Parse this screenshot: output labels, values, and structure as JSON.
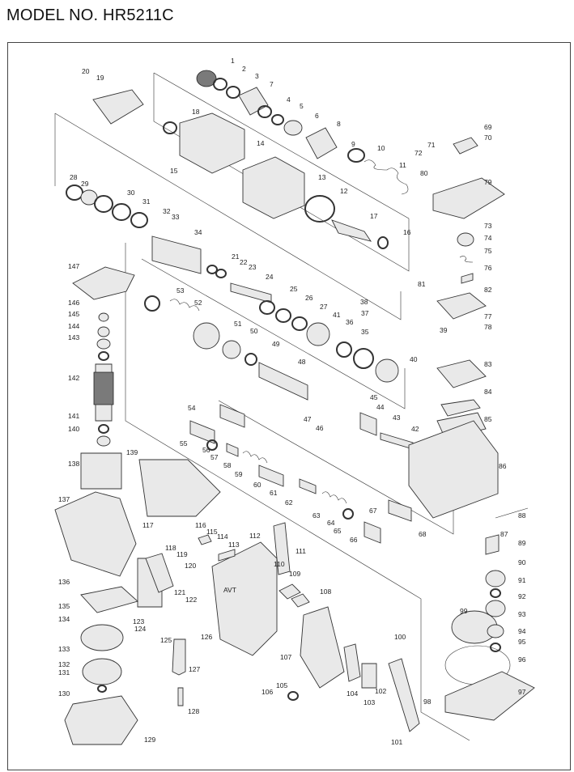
{
  "model_title": "MODEL NO. HR5211C",
  "labels": [
    "1",
    "2",
    "3",
    "4",
    "5",
    "6",
    "7",
    "8",
    "9",
    "10",
    "11",
    "12",
    "13",
    "14",
    "15",
    "16",
    "17",
    "18",
    "19",
    "20",
    "21",
    "22",
    "23",
    "24",
    "25",
    "26",
    "27",
    "28",
    "29",
    "30",
    "31",
    "32",
    "33",
    "34",
    "35",
    "36",
    "37",
    "38",
    "39",
    "40",
    "41",
    "42",
    "43",
    "44",
    "45",
    "46",
    "47",
    "48",
    "49",
    "50",
    "51",
    "52",
    "53",
    "54",
    "55",
    "56",
    "57",
    "58",
    "59",
    "60",
    "61",
    "62",
    "63",
    "64",
    "65",
    "66",
    "67",
    "68",
    "69",
    "70",
    "71",
    "72",
    "73",
    "74",
    "75",
    "76",
    "77",
    "78",
    "79",
    "80",
    "81",
    "82",
    "83",
    "84",
    "85",
    "86",
    "87",
    "88",
    "89",
    "90",
    "91",
    "92",
    "93",
    "94",
    "95",
    "96",
    "97",
    "98",
    "99",
    "100",
    "101",
    "102",
    "103",
    "104",
    "105",
    "106",
    "107",
    "108",
    "109",
    "110",
    "111",
    "112",
    "113",
    "114",
    "115",
    "116",
    "117",
    "118",
    "119",
    "120",
    "121",
    "122",
    "123",
    "124",
    "125",
    "126",
    "127",
    "128",
    "129",
    "130",
    "131",
    "132",
    "133",
    "134",
    "135",
    "136",
    "137",
    "138",
    "139",
    "140",
    "141",
    "142",
    "143",
    "144",
    "145",
    "146",
    "147"
  ],
  "handle_logo": "AVT"
}
